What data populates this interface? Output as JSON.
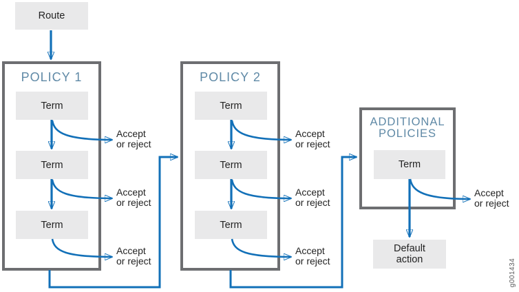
{
  "labels": {
    "route": "Route",
    "accept_line1": "Accept",
    "accept_line2": "or reject",
    "default_action_line1": "Default",
    "default_action_line2": "action",
    "figure_id": "g001434"
  },
  "policy1": {
    "title": "POLICY 1",
    "terms": [
      "Term",
      "Term",
      "Term"
    ]
  },
  "policy2": {
    "title": "POLICY 2",
    "terms": [
      "Term",
      "Term",
      "Term"
    ]
  },
  "additional_policies": {
    "title_line1": "ADDITIONAL",
    "title_line2": "POLICIES",
    "terms": [
      "Term"
    ]
  },
  "colors": {
    "arrow_blue": "#1270b8",
    "box_border_gray": "#6d6e71",
    "term_fill": "#e9e9ea",
    "title_blue": "#5f89a6",
    "text_dark": "#232323",
    "figure_id_gray": "#58595b"
  }
}
